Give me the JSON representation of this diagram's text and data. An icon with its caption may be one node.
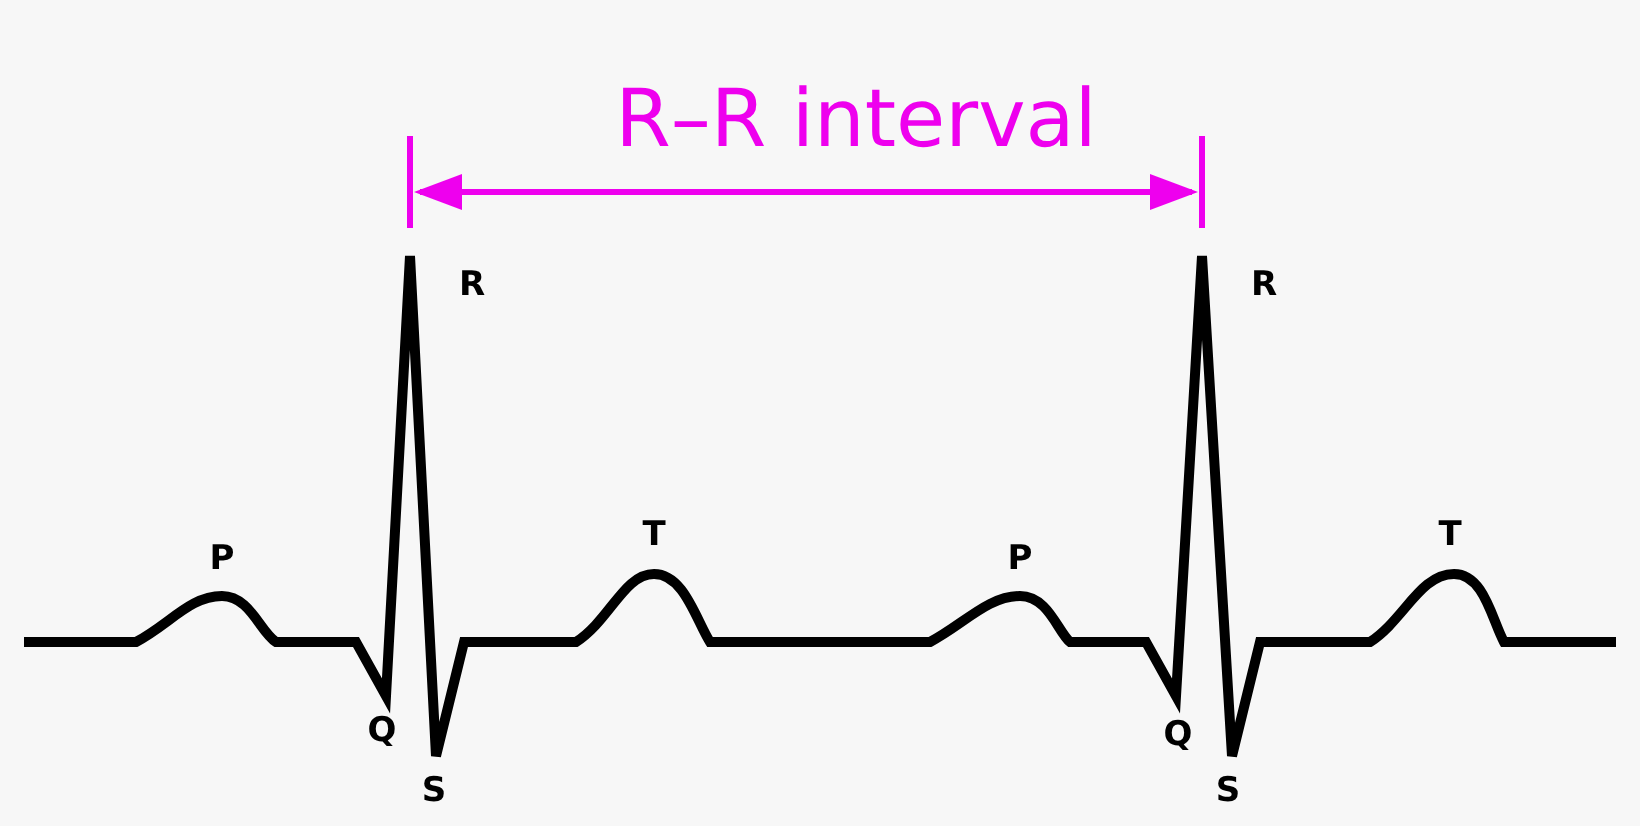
{
  "diagram": {
    "labels": [
      "R–R interval",
      "R",
      "R",
      "T",
      "T",
      "P",
      "P",
      "Q",
      "Q",
      "S",
      "S"
    ]
  }
}
